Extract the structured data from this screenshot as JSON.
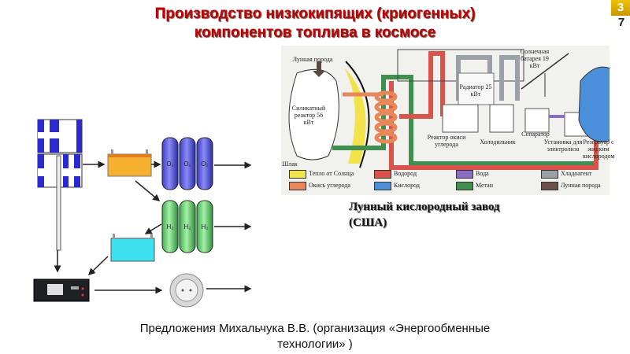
{
  "slide": {
    "title_line1": "Производство низкокипящих (криогенных)",
    "title_line2": "компонентов топлива  в космосе",
    "page_number_top": "3",
    "page_number_bottom": "7"
  },
  "moon_plant": {
    "caption_line1": "Лунный кислородный завод",
    "caption_line2": "(США)",
    "labels": {
      "lunar_rock": "Лунная порода",
      "silicate_reactor": "Силикатный реактор 56 кВт",
      "slag": "Шлак",
      "radiator": "Радиатор 25 кВт",
      "co_reactor": "Реактор окиси углерода",
      "cooler": "Холодильник",
      "separator": "Сепаратор",
      "electrolysis": "Установка для электролиза",
      "solar_panel": "Солнечная батарея 19 кВт",
      "reservoir": "Резервуар с жидким кислородом"
    },
    "legend": [
      {
        "label": "Тепло от Солнца",
        "color": "#f2e34a"
      },
      {
        "label": "Окись углерода",
        "color": "#e8875a"
      },
      {
        "label": "Водород",
        "color": "#d9534a"
      },
      {
        "label": "Кислород",
        "color": "#4a8fd9"
      },
      {
        "label": "Вода",
        "color": "#8a6cc0"
      },
      {
        "label": "Метан",
        "color": "#3f8f4f"
      },
      {
        "label": "Хладоагент",
        "color": "#9aa2a8"
      },
      {
        "label": "Лунная порода",
        "color": "#6a5048"
      }
    ]
  },
  "proposal_scheme": {
    "o2_cylinder_label": "O₂",
    "h2_cylinder_label": "H₂"
  },
  "footer": {
    "line1": "Предложения Михальчука В.В. (организация  «Энергообменные",
    "line2": "технологии» )"
  }
}
